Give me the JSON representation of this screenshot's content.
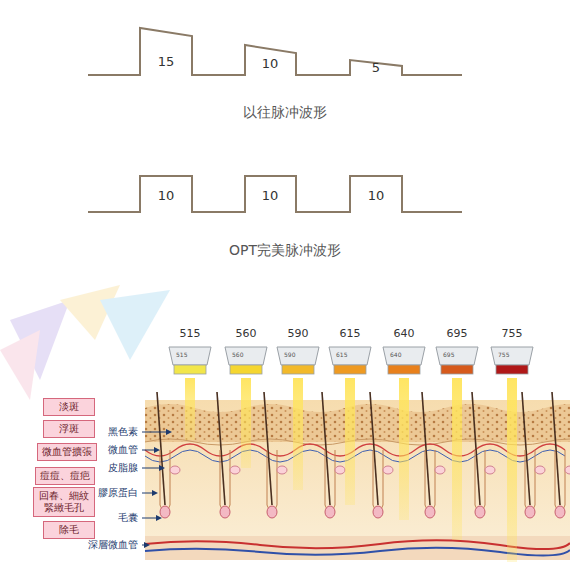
{
  "diagram": {
    "nodes": [
      {
        "text": [
          "淡斑"
        ]
      },
      {
        "text": [
          "浮斑"
        ]
      },
      {
        "text": [
          "微血管擴張"
        ]
      },
      {
        "text": [
          "痘痘、痘疤"
        ]
      },
      {
        "text": [
          "回春、細紋 緊緻毛孔"
        ]
      },
      {
        "text": [
          "除毛"
        ]
      }
    ],
    "labels": [
      "15",
      "10",
      "5",
      "以往脉冲波形",
      "10",
      "10",
      "10",
      "OPT完美脉冲波形",
      "515",
      "560",
      "590",
      "615",
      "640",
      "695",
      "755",
      "515",
      "560",
      "590",
      "615",
      "640",
      "695",
      "755",
      "黑色素",
      "微血管",
      "皮脂腺",
      "膠原蛋白",
      "毛囊",
      "深層微血管"
    ]
  }
}
